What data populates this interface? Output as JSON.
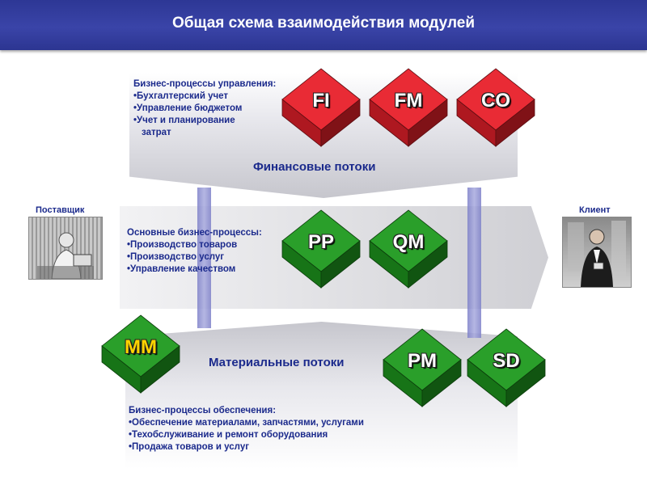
{
  "header": {
    "title": "Общая схема взаимодействия модулей"
  },
  "management": {
    "heading": "Бизнес-процессы управления:",
    "items": [
      "•Бухгалтерский учет",
      "•Управление бюджетом",
      "•Учет и планирование",
      "затрат"
    ],
    "flow_label": "Финансовые потоки"
  },
  "core": {
    "heading": "Основные бизнес-процессы:",
    "items": [
      "•Производство товаров",
      "•Производство услуг",
      "•Управление качеством"
    ]
  },
  "supply": {
    "heading": "Бизнес-процессы обеспечения:",
    "items": [
      "•Обеспечение материалами, запчастями, услугами",
      "•Техобслуживание и ремонт оборудования",
      "•Продажа товаров и услуг"
    ],
    "flow_label": "Материальные потоки"
  },
  "modules": {
    "fi": "FI",
    "fm": "FM",
    "co": "CO",
    "pp": "PP",
    "qm": "QM",
    "mm": "MM",
    "pm": "PM",
    "sd": "SD"
  },
  "actors": {
    "supplier": "Поставщик",
    "client": "Клиент"
  },
  "colors": {
    "header": "#2f3a96",
    "text": "#1b2a8c",
    "red_cube": "#e8202a",
    "green_cube": "#1f9a1f",
    "arrow": "#8f92d6",
    "mm_label": "#ffd400"
  }
}
